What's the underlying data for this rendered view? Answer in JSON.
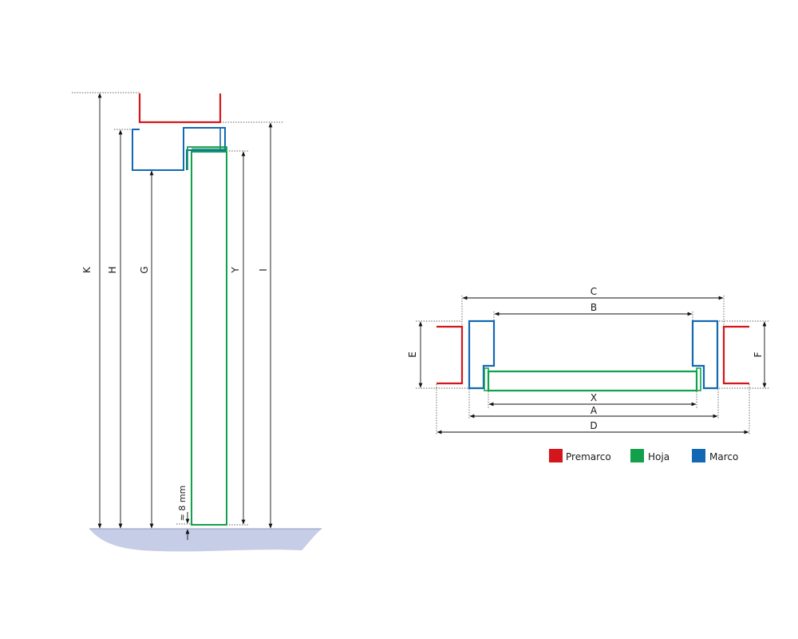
{
  "colors": {
    "premarco": "#d4161c",
    "hoja": "#12a14a",
    "marco": "#1268b3",
    "floor": "#c6cde6"
  },
  "elevation": {
    "labels": {
      "k": "K",
      "h": "H",
      "g": "G",
      "y": "Y",
      "i": "I",
      "gap": "≈ 8 mm"
    }
  },
  "plan": {
    "labels": {
      "c": "C",
      "b": "B",
      "e": "E",
      "f": "F",
      "x": "X",
      "a": "A",
      "d": "D"
    }
  },
  "legend": {
    "items": [
      {
        "key": "premarco",
        "label": "Premarco"
      },
      {
        "key": "hoja",
        "label": "Hoja"
      },
      {
        "key": "marco",
        "label": "Marco"
      }
    ]
  }
}
